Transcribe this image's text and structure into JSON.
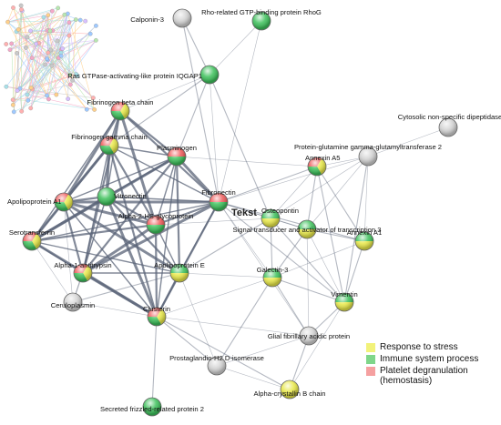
{
  "legend": [
    {
      "label": "Response to stress",
      "color": "#f2f27a"
    },
    {
      "label": "Immune system process",
      "color": "#7fd68a"
    },
    {
      "label": "Platelet degranulation\n(hemostasis)",
      "color": "#f5a0a0"
    }
  ],
  "cursor_text": "Tekst",
  "colors": {
    "yellow": "#e8e848",
    "green": "#3cc05a",
    "red": "#ee5858",
    "gray": "#d2d2d2",
    "edge": "#5a6478"
  },
  "nodes": [
    {
      "id": "calponin3",
      "label": "Calponin-3",
      "cats": []
    },
    {
      "id": "rhog",
      "label": "Rho-related GTP-binding protein RhoG",
      "cats": [
        "green"
      ]
    },
    {
      "id": "iqgap1",
      "label": "Ras GTPase-activating-like protein IQGAP1",
      "cats": [
        "green"
      ]
    },
    {
      "id": "fgb",
      "label": "Fibrinogen beta chain",
      "cats": [
        "yellow",
        "green",
        "red"
      ]
    },
    {
      "id": "fgg",
      "label": "Fibrinogen gamma chain",
      "cats": [
        "yellow",
        "green",
        "red"
      ]
    },
    {
      "id": "plg",
      "label": "Plasminogen",
      "cats": [
        "green",
        "red"
      ]
    },
    {
      "id": "cnd",
      "label": "Cytosolic non-specific dipeptidase",
      "cats": []
    },
    {
      "id": "tgm2",
      "label": "Protein-glutamine gamma-glutamyltransferase 2",
      "cats": []
    },
    {
      "id": "anxa5",
      "label": "Annexin A5",
      "cats": [
        "yellow",
        "green",
        "red"
      ]
    },
    {
      "id": "apoa1",
      "label": "Apolipoprotein A1",
      "cats": [
        "yellow",
        "green",
        "red"
      ]
    },
    {
      "id": "vtn",
      "label": "Vitronectin",
      "cats": [
        "green"
      ]
    },
    {
      "id": "fn1",
      "label": "Fibronectin",
      "cats": [
        "green",
        "red"
      ]
    },
    {
      "id": "ahsg",
      "label": "Alpha-2-HS-glycoprotein",
      "cats": [
        "green",
        "red"
      ]
    },
    {
      "id": "spp1",
      "label": "Osteopontin",
      "cats": [
        "yellow",
        "green"
      ]
    },
    {
      "id": "stat3",
      "label": "Signal transducer and activator of transcription 3",
      "cats": [
        "yellow",
        "green"
      ]
    },
    {
      "id": "anxa1",
      "label": "Annexin A1",
      "cats": [
        "yellow",
        "green"
      ]
    },
    {
      "id": "tf",
      "label": "Serotransferrin",
      "cats": [
        "yellow",
        "green",
        "red"
      ]
    },
    {
      "id": "serpina1",
      "label": "Alpha-1-antitrypsin",
      "cats": [
        "yellow",
        "green",
        "red"
      ]
    },
    {
      "id": "apoe",
      "label": "Apolipoprotein E",
      "cats": [
        "yellow",
        "green"
      ]
    },
    {
      "id": "lgals3",
      "label": "Galectin-3",
      "cats": [
        "yellow",
        "green"
      ]
    },
    {
      "id": "cp",
      "label": "Ceruloplasmin",
      "cats": []
    },
    {
      "id": "vim",
      "label": "Vimentin",
      "cats": [
        "yellow",
        "green"
      ]
    },
    {
      "id": "clu",
      "label": "Clusterin",
      "cats": [
        "yellow",
        "green",
        "red"
      ]
    },
    {
      "id": "gfap",
      "label": "Glial fibrillary acidic protein",
      "cats": []
    },
    {
      "id": "ptgds",
      "label": "Prostaglandin-H2 D-isomerase",
      "cats": []
    },
    {
      "id": "cryab",
      "label": "Alpha-crystallin B chain",
      "cats": [
        "yellow"
      ]
    },
    {
      "id": "sfrp2",
      "label": "Secreted frizzled-related protein 2",
      "cats": [
        "green"
      ]
    }
  ],
  "edges": [
    [
      "fgb",
      "fgg"
    ],
    [
      "fgb",
      "plg"
    ],
    [
      "fgb",
      "apoa1"
    ],
    [
      "fgb",
      "vtn"
    ],
    [
      "fgb",
      "fn1"
    ],
    [
      "fgb",
      "ahsg"
    ],
    [
      "fgb",
      "tf"
    ],
    [
      "fgb",
      "serpina1"
    ],
    [
      "fgb",
      "iqgap1"
    ],
    [
      "fgg",
      "plg"
    ],
    [
      "fgg",
      "apoa1"
    ],
    [
      "fgg",
      "vtn"
    ],
    [
      "fgg",
      "fn1"
    ],
    [
      "fgg",
      "ahsg"
    ],
    [
      "fgg",
      "tf"
    ],
    [
      "fgg",
      "serpina1"
    ],
    [
      "fgg",
      "clu"
    ],
    [
      "fgg",
      "iqgap1"
    ],
    [
      "plg",
      "apoa1"
    ],
    [
      "plg",
      "vtn"
    ],
    [
      "plg",
      "fn1"
    ],
    [
      "plg",
      "ahsg"
    ],
    [
      "plg",
      "serpina1"
    ],
    [
      "plg",
      "tf"
    ],
    [
      "plg",
      "clu"
    ],
    [
      "plg",
      "apoe"
    ],
    [
      "plg",
      "anxa5"
    ],
    [
      "plg",
      "iqgap1"
    ],
    [
      "apoa1",
      "vtn"
    ],
    [
      "apoa1",
      "ahsg"
    ],
    [
      "apoa1",
      "tf"
    ],
    [
      "apoa1",
      "serpina1"
    ],
    [
      "apoa1",
      "apoe"
    ],
    [
      "apoa1",
      "clu"
    ],
    [
      "apoa1",
      "cp"
    ],
    [
      "apoa1",
      "fn1"
    ],
    [
      "vtn",
      "fn1"
    ],
    [
      "vtn",
      "ahsg"
    ],
    [
      "vtn",
      "tf"
    ],
    [
      "vtn",
      "serpina1"
    ],
    [
      "vtn",
      "apoe"
    ],
    [
      "vtn",
      "clu"
    ],
    [
      "vtn",
      "cp"
    ],
    [
      "fn1",
      "ahsg"
    ],
    [
      "fn1",
      "spp1"
    ],
    [
      "fn1",
      "stat3"
    ],
    [
      "fn1",
      "lgals3"
    ],
    [
      "fn1",
      "vim"
    ],
    [
      "fn1",
      "apoe"
    ],
    [
      "fn1",
      "clu"
    ],
    [
      "fn1",
      "tgm2"
    ],
    [
      "fn1",
      "anxa5"
    ],
    [
      "fn1",
      "iqgap1"
    ],
    [
      "fn1",
      "serpina1"
    ],
    [
      "fn1",
      "tf"
    ],
    [
      "fn1",
      "calponin3"
    ],
    [
      "fn1",
      "gfap"
    ],
    [
      "fn1",
      "anxa1"
    ],
    [
      "ahsg",
      "tf"
    ],
    [
      "ahsg",
      "serpina1"
    ],
    [
      "ahsg",
      "apoe"
    ],
    [
      "ahsg",
      "clu"
    ],
    [
      "ahsg",
      "spp1"
    ],
    [
      "tf",
      "serpina1"
    ],
    [
      "tf",
      "cp"
    ],
    [
      "tf",
      "clu"
    ],
    [
      "tf",
      "apoe"
    ],
    [
      "serpina1",
      "cp"
    ],
    [
      "serpina1",
      "clu"
    ],
    [
      "serpina1",
      "apoe"
    ],
    [
      "apoe",
      "clu"
    ],
    [
      "apoe",
      "cp"
    ],
    [
      "apoe",
      "lgals3"
    ],
    [
      "apoe",
      "spp1"
    ],
    [
      "spp1",
      "stat3"
    ],
    [
      "spp1",
      "lgals3"
    ],
    [
      "spp1",
      "anxa5"
    ],
    [
      "spp1",
      "vim"
    ],
    [
      "spp1",
      "tgm2"
    ],
    [
      "stat3",
      "lgals3"
    ],
    [
      "stat3",
      "vim"
    ],
    [
      "stat3",
      "anxa1"
    ],
    [
      "stat3",
      "gfap"
    ],
    [
      "stat3",
      "anxa5"
    ],
    [
      "stat3",
      "tgm2"
    ],
    [
      "lgals3",
      "vim"
    ],
    [
      "lgals3",
      "anxa1"
    ],
    [
      "lgals3",
      "gfap"
    ],
    [
      "lgals3",
      "clu"
    ],
    [
      "anxa5",
      "anxa1"
    ],
    [
      "anxa5",
      "tgm2"
    ],
    [
      "anxa5",
      "vim"
    ],
    [
      "tgm2",
      "anxa1"
    ],
    [
      "tgm2",
      "vim"
    ],
    [
      "tgm2",
      "cnd"
    ],
    [
      "vim",
      "gfap"
    ],
    [
      "vim",
      "cryab"
    ],
    [
      "gfap",
      "cryab"
    ],
    [
      "cryab",
      "ptgds"
    ],
    [
      "ptgds",
      "clu"
    ],
    [
      "ptgds",
      "apoe"
    ],
    [
      "ptgds",
      "lgals3"
    ],
    [
      "ptgds",
      "gfap"
    ],
    [
      "clu",
      "sfrp2"
    ],
    [
      "clu",
      "cp"
    ],
    [
      "clu",
      "cryab"
    ],
    [
      "clu",
      "gfap"
    ],
    [
      "iqgap1",
      "calponin3"
    ],
    [
      "iqgap1",
      "rhog"
    ],
    [
      "iqgap1",
      "spp1"
    ],
    [
      "rhog",
      "fn1"
    ],
    [
      "anxa1",
      "vim"
    ]
  ]
}
